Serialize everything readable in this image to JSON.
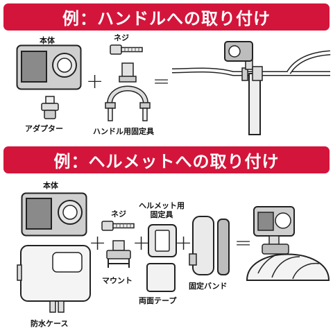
{
  "section1": {
    "title": "例：ハンドルへの取り付け",
    "labels": {
      "body": "本体",
      "screw": "ネジ",
      "adapter": "アダプター",
      "handlebar_mount": "ハンドル用固定具"
    },
    "plus": "+",
    "equals": "="
  },
  "section2": {
    "title": "例：ヘルメットへの取り付け",
    "labels": {
      "body": "本体",
      "screw": "ネジ",
      "helmet_mount": "ヘルメット用\n固定具",
      "mount": "マウント",
      "double_tape": "両面テープ",
      "strap": "固定バンド",
      "waterproof_case": "防水ケース"
    },
    "plus": "+",
    "equals": "="
  },
  "colors": {
    "banner": "#d4153b",
    "banner_text": "#ffffff",
    "line": "#222222"
  }
}
